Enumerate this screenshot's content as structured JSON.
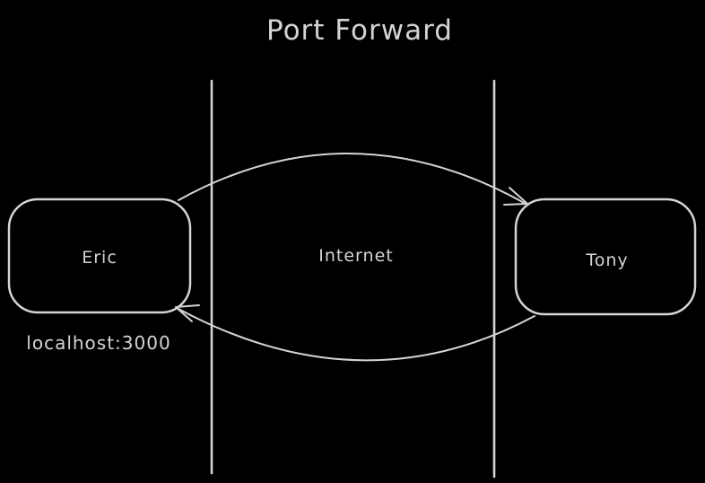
{
  "diagram": {
    "title": "Port Forward",
    "colors": {
      "background": "#000000",
      "stroke": "#d4d4d4"
    },
    "zone": {
      "label": "Internet"
    },
    "nodes": {
      "eric": {
        "label": "Eric",
        "caption": "localhost:3000"
      },
      "tony": {
        "label": "Tony"
      }
    },
    "edges": [
      {
        "from": "Eric",
        "to": "Tony",
        "style": "curved-arc-top"
      },
      {
        "from": "Tony",
        "to": "Eric",
        "style": "curved-arc-bottom"
      }
    ]
  }
}
